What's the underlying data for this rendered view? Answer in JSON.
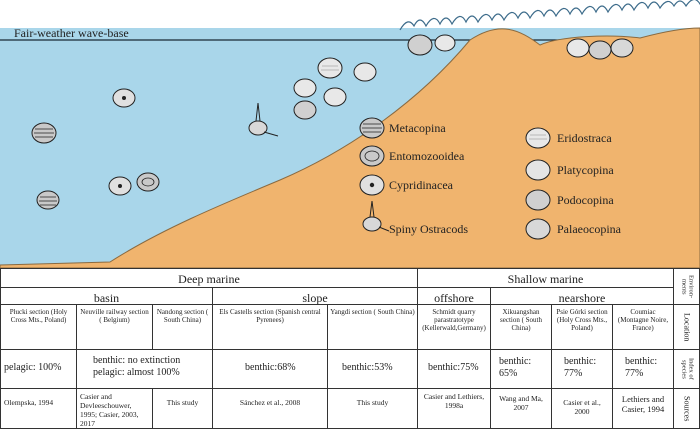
{
  "diagram": {
    "wave_base_label": "Fair-weather wave-base",
    "legend_left": [
      "Metacopina",
      "Entomozooidea",
      "Cypridinacea",
      "Spiny Ostracods"
    ],
    "legend_right": [
      "Eridostraca",
      "Platycopina",
      "Podocopina",
      "Palaeocopina"
    ]
  },
  "table": {
    "env_deep": "Deep    marine",
    "env_shallow": "Shallow    marine",
    "loc_basin": "basin",
    "loc_slope": "slope",
    "loc_offshore": "offshore",
    "loc_nearshore": "nearshore",
    "side": {
      "environments": "Environ-ments",
      "location": "Location",
      "index": "Index of species",
      "sources": "Sources"
    },
    "sections": [
      "Płucki section (Holy Cross Mts., Poland)",
      "Neuville railway section ( Belgium)",
      "Nandong section ( South China)",
      "Els Castells section (Spanish central Pyrenees)",
      "Yangdi section ( South China)",
      "Schmidt quarry parastratotype (Kellerwald,Germany)",
      "Xikuangshan section ( South China)",
      "Psie Górki section (Holy Cross Mts., Poland)",
      "Coumiac (Montagne Noire, France)"
    ],
    "index": {
      "pelagic": "pelagic: 100%",
      "neuville_1": "benthic: no extinction",
      "neuville_2": "pelagic: almost 100%",
      "els": "benthic:68%",
      "yangdi": "benthic:53%",
      "schmidt": "benthic:75%",
      "xik_1": "benthic:",
      "xik_2": "65%",
      "psie_1": "benthic:",
      "psie_2": "77%",
      "coum_1": "benthic:",
      "coum_2": "77%"
    },
    "sources": [
      "Olempska, 1994",
      "Casier and Devleeschouwer, 1995; Casier, 2003, 2017",
      "This study",
      "Sánchez et al., 2008",
      "This study",
      "Casier and Lethiers, 1998a",
      "Wang and Ma, 2007",
      "Casier et al., 2000",
      "Lethiers and Casier, 1994"
    ]
  }
}
